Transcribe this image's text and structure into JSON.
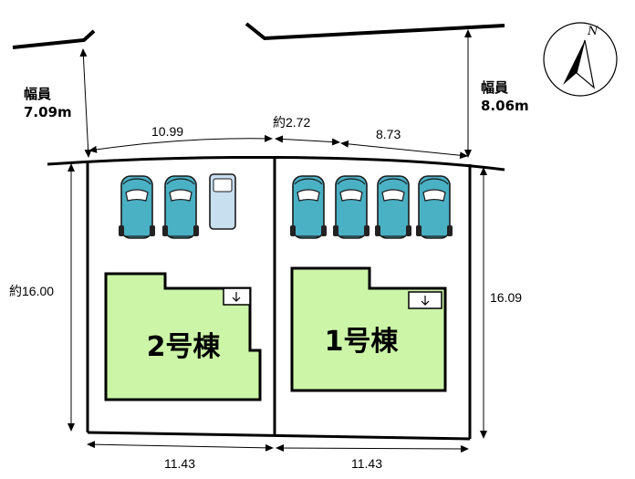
{
  "road_left": {
    "label": "幅員",
    "value": "7.09m"
  },
  "road_right": {
    "label": "幅員",
    "value": "8.06m"
  },
  "frontage": {
    "left": "10.99",
    "middle": "約2.72",
    "right": "8.73"
  },
  "depth": {
    "left": "約16.00",
    "right": "16.09"
  },
  "bottom": {
    "left": "11.43",
    "right": "11.43"
  },
  "buildings": {
    "lot2": "2号棟",
    "lot1": "1号棟"
  },
  "compass": {
    "label": "N"
  },
  "colors": {
    "building_fill": "#ccf5a8",
    "car_body": "#4ab0c4",
    "car_light": "#c8dff0",
    "line": "#000000"
  },
  "icons": [
    "compass-needle-icon",
    "car-icon",
    "down-arrow-icon"
  ]
}
